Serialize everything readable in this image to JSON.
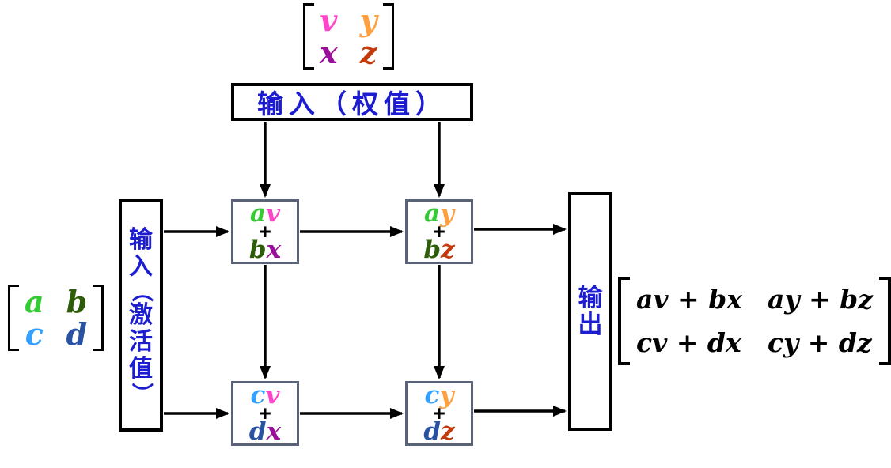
{
  "palette": {
    "label_blue": "#1C1CD1",
    "pe_border_slate": "#5A6278",
    "arrow_black": "#000000",
    "bracket_black": "#000000"
  },
  "labels": {
    "weights_input": "输入（权值）",
    "activations_chars": [
      "输",
      "入",
      "（",
      "激",
      "活",
      "值",
      "）"
    ],
    "output_chars": [
      "输",
      "出"
    ]
  },
  "weights_matrix": {
    "rows": [
      [
        {
          "t": "v",
          "color": "#FF44CC"
        },
        {
          "t": "y",
          "color": "#FFA040"
        }
      ],
      [
        {
          "t": "x",
          "color": "#990F99"
        },
        {
          "t": "z",
          "color": "#C23A0C"
        }
      ]
    ]
  },
  "activations_matrix": {
    "rows": [
      [
        {
          "t": "a",
          "color": "#33CC33"
        },
        {
          "t": "b",
          "color": "#2E5D0A"
        }
      ],
      [
        {
          "t": "c",
          "color": "#33A0FF"
        },
        {
          "t": "d",
          "color": "#2952A3"
        }
      ]
    ]
  },
  "pe_array": [
    {
      "name": "pe-av-bx",
      "l1": [
        {
          "t": "a",
          "color": "#33CC33"
        },
        {
          "t": "v",
          "color": "#FF44CC"
        }
      ],
      "op": "+",
      "l2": [
        {
          "t": "b",
          "color": "#2E5D0A"
        },
        {
          "t": "x",
          "color": "#990F99"
        }
      ]
    },
    {
      "name": "pe-ay-bz",
      "l1": [
        {
          "t": "a",
          "color": "#33CC33"
        },
        {
          "t": "y",
          "color": "#FFA040"
        }
      ],
      "op": "+",
      "l2": [
        {
          "t": "b",
          "color": "#2E5D0A"
        },
        {
          "t": "z",
          "color": "#C23A0C"
        }
      ]
    },
    {
      "name": "pe-cv-dx",
      "l1": [
        {
          "t": "c",
          "color": "#33A0FF"
        },
        {
          "t": "v",
          "color": "#FF44CC"
        }
      ],
      "op": "+",
      "l2": [
        {
          "t": "d",
          "color": "#2952A3"
        },
        {
          "t": "x",
          "color": "#990F99"
        }
      ]
    },
    {
      "name": "pe-cy-dz",
      "l1": [
        {
          "t": "c",
          "color": "#33A0FF"
        },
        {
          "t": "y",
          "color": "#FFA040"
        }
      ],
      "op": "+",
      "l2": [
        {
          "t": "d",
          "color": "#2952A3"
        },
        {
          "t": "z",
          "color": "#C23A0C"
        }
      ]
    }
  ],
  "output_matrix": {
    "rows": [
      [
        "av + bx",
        "ay + bz"
      ],
      [
        "cv + dx",
        "cy + dz"
      ]
    ]
  }
}
